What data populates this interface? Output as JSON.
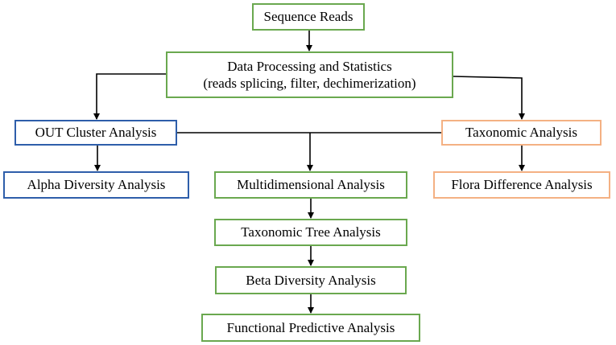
{
  "diagram": {
    "colors": {
      "green": "#6aa84f",
      "blue": "#2e5eaa",
      "orange": "#f4b183",
      "line": "#000000"
    },
    "nodes": {
      "sequence_reads": {
        "label": "Sequence Reads"
      },
      "data_processing": {
        "line1": "Data Processing and Statistics",
        "line2": "(reads splicing, filter, dechimerization)"
      },
      "otu_cluster": {
        "label": "OUT Cluster Analysis"
      },
      "taxonomic": {
        "label": "Taxonomic Analysis"
      },
      "alpha_diversity": {
        "label": "Alpha Diversity Analysis"
      },
      "multidimensional": {
        "label": "Multidimensional Analysis"
      },
      "flora_difference": {
        "label": "Flora Difference Analysis"
      },
      "taxonomic_tree": {
        "label": "Taxonomic Tree Analysis"
      },
      "beta_diversity": {
        "label": "Beta Diversity Analysis"
      },
      "functional_predictive": {
        "label": "Functional Predictive Analysis"
      }
    }
  }
}
